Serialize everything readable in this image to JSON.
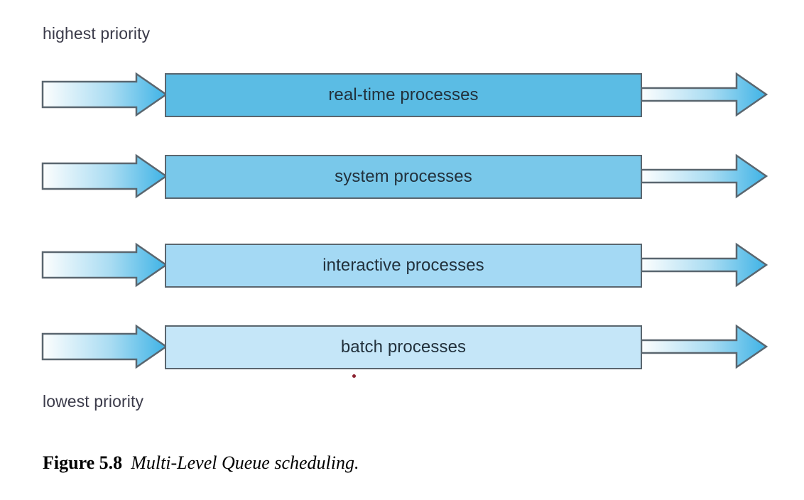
{
  "figure": {
    "top_label": "highest priority",
    "bottom_label": "lowest priority",
    "caption_number": "Figure 5.8",
    "caption_title": "Multi-Level Queue scheduling.",
    "colors": {
      "background": "#ffffff",
      "box_border": "#5a666f",
      "box_text": "#22313c",
      "label_text": "#3b3b4a",
      "arrow_outline": "#5a666f",
      "arrow_gradient_start": "#fdfefe",
      "arrow_gradient_end": "#45b6e8",
      "caption_text": "#000000",
      "marker_dot": "#8c2230"
    }
  },
  "queues": [
    {
      "label": "real-time processes",
      "priority_rank": 1,
      "fill": "#5bbce4",
      "in_arrow": "incoming-processes-arrow",
      "out_arrow": "cpu-dispatch-arrow"
    },
    {
      "label": "system processes",
      "priority_rank": 2,
      "fill": "#79c8ea",
      "in_arrow": "incoming-processes-arrow",
      "out_arrow": "cpu-dispatch-arrow"
    },
    {
      "label": "interactive processes",
      "priority_rank": 3,
      "fill": "#a4d9f4",
      "in_arrow": "incoming-processes-arrow",
      "out_arrow": "cpu-dispatch-arrow"
    },
    {
      "label": "batch processes",
      "priority_rank": 4,
      "fill": "#c5e6f8",
      "in_arrow": "incoming-processes-arrow",
      "out_arrow": "cpu-dispatch-arrow"
    }
  ]
}
